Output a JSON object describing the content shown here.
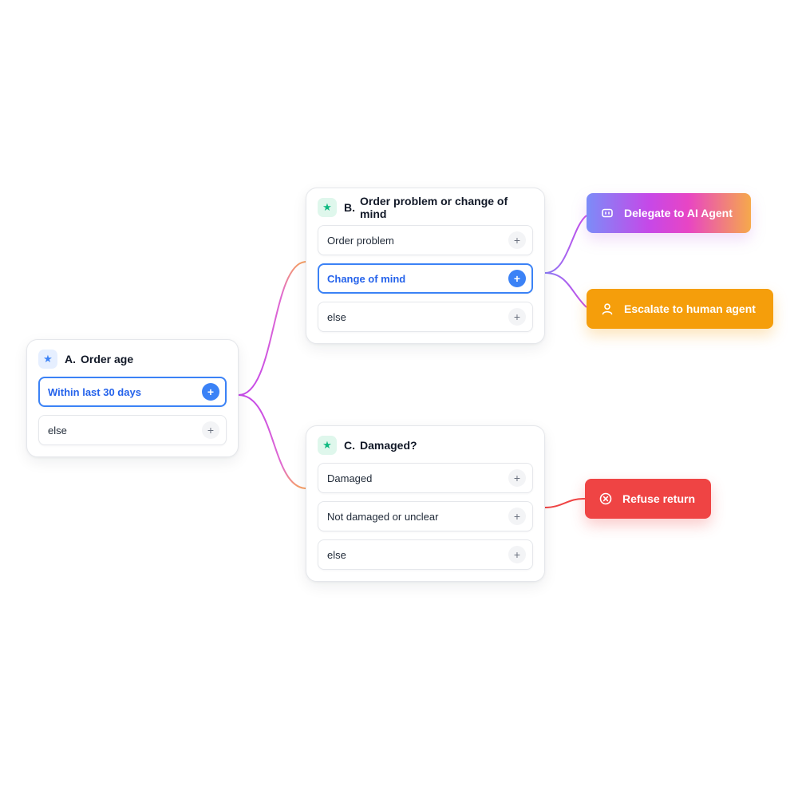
{
  "nodes": {
    "a": {
      "letter": "A.",
      "title": "Order age",
      "options": [
        "Within last 30 days",
        "else"
      ]
    },
    "b": {
      "letter": "B.",
      "title": "Order problem or change of mind",
      "options": [
        "Order problem",
        "Change of mind",
        "else"
      ]
    },
    "c": {
      "letter": "C.",
      "title": "Damaged?",
      "options": [
        "Damaged",
        "Not damaged or unclear",
        "else"
      ]
    }
  },
  "actions": {
    "delegate": {
      "label": "Delegate to AI Agent",
      "icon": "robot-icon"
    },
    "escalate": {
      "label": "Escalate to human agent",
      "icon": "user-icon",
      "color": "#f59e0b"
    },
    "refuse": {
      "label": "Refuse return",
      "icon": "x-circle-icon",
      "color": "#ef4444"
    }
  },
  "selected_options": [
    "Within last 30 days",
    "Change of mind"
  ],
  "colors": {
    "accent": "#3b82f6",
    "star_blue": "#3b82f6",
    "star_green": "#10b981",
    "connector_purple": "#c64ae8",
    "connector_orange": "#f6a064",
    "connector_red": "#ef4444"
  },
  "add_symbol": "+"
}
